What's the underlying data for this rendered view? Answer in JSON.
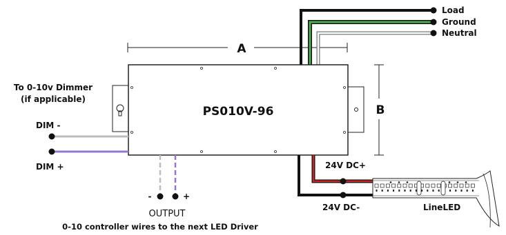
{
  "driver": {
    "model": "PS010V-96"
  },
  "dimensions": {
    "length_label": "A",
    "height_label": "B"
  },
  "ac_wires": {
    "load": "Load",
    "ground": "Ground",
    "neutral": "Neutral"
  },
  "dimmer": {
    "line1": "To 0-10v Dimmer",
    "line2": "(if applicable)",
    "dim_minus": "DIM -",
    "dim_plus": "DIM +"
  },
  "output": {
    "minus": "-",
    "plus": "+",
    "title": "OUTPUT",
    "note": "0-10 controller wires to the next LED Driver"
  },
  "dc": {
    "positive": "24V DC+",
    "negative": "24V DC-"
  },
  "strip": {
    "name": "LineLED"
  },
  "colors": {
    "load": "#111111",
    "ground": "#4caf50",
    "neutral": "#9e9e9e",
    "dc_positive": "#c62828",
    "dim_minus": "#bdbdbd",
    "dim_plus": "#9575cd"
  }
}
